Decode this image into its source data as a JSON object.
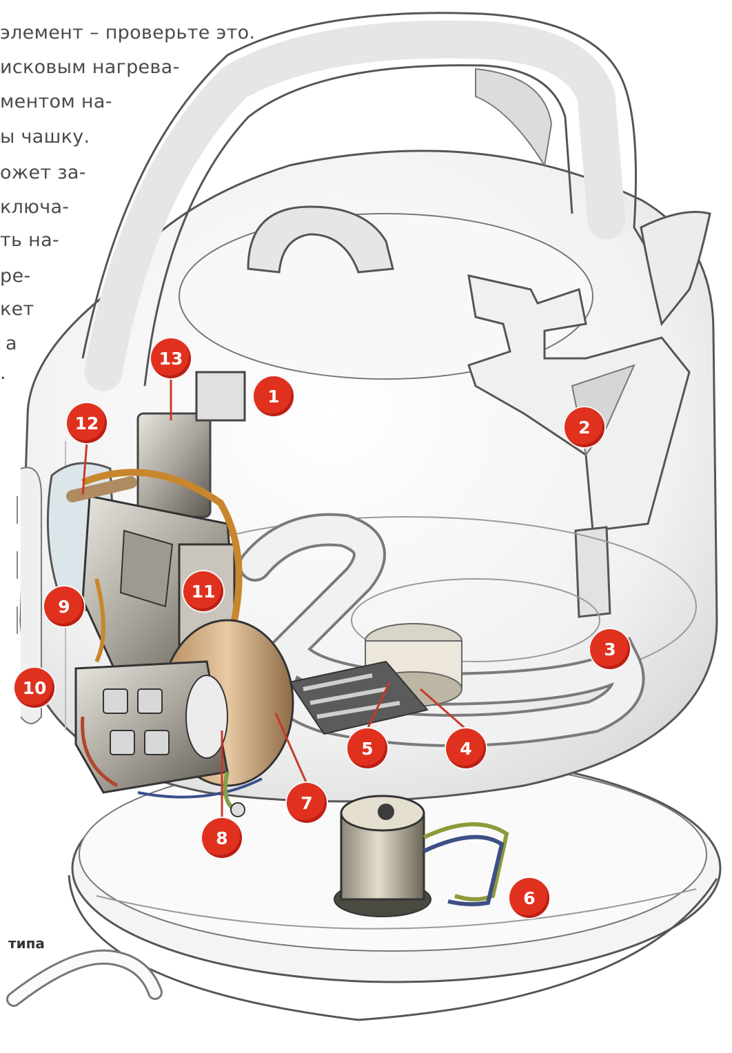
{
  "text_lines": [
    "элемент – проверьте это.",
    "исковым нагрева-",
    "ментом на-",
    "ы чашку.",
    "ожет за-",
    "ключа-",
    "ть на-",
    "ре-",
    "кет",
    "а",
    "."
  ],
  "caption": "типа",
  "callouts": [
    "1",
    "2",
    "3",
    "4",
    "5",
    "6",
    "7",
    "8",
    "9",
    "10",
    "11",
    "12",
    "13"
  ],
  "colors": {
    "badge": "#e0311f",
    "outline": "#555555"
  }
}
